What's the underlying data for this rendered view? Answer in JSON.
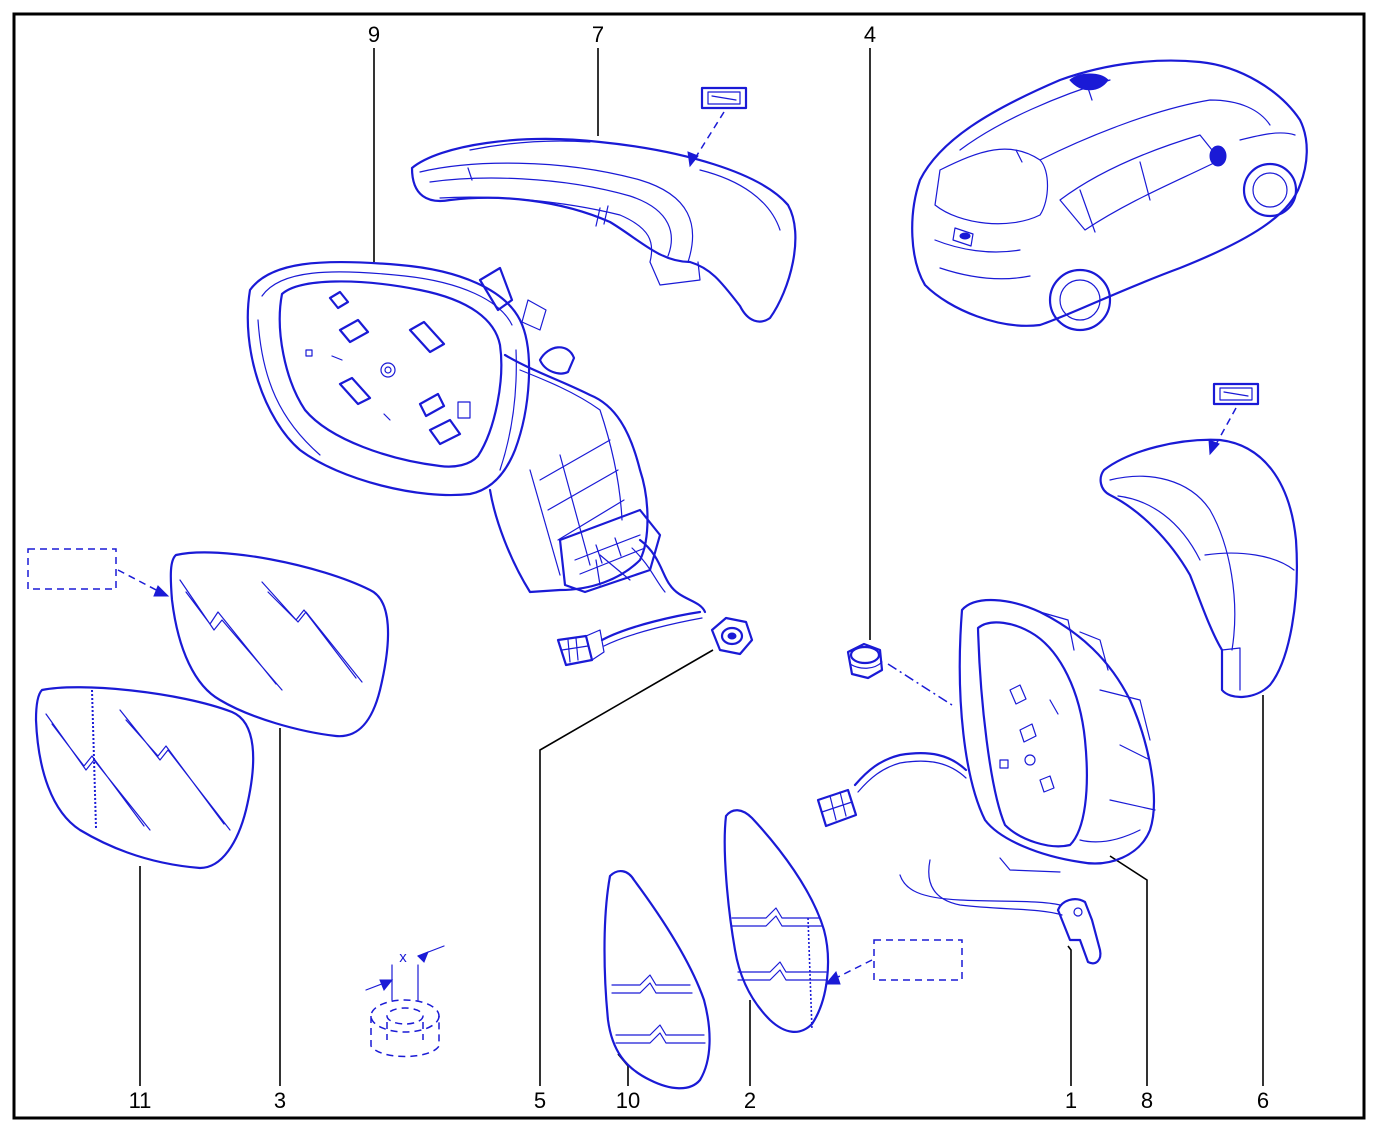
{
  "callouts": {
    "c9": "9",
    "c7": "7",
    "c4": "4",
    "c11": "11",
    "c3": "3",
    "c5": "5",
    "c10": "10",
    "c2": "2",
    "c1": "1",
    "c8": "8",
    "c6": "6"
  },
  "dimension_label": "x",
  "colors": {
    "drawing": "#1a1ad6",
    "callout_text": "#000000",
    "frame": "#000000",
    "background": "#ffffff"
  }
}
